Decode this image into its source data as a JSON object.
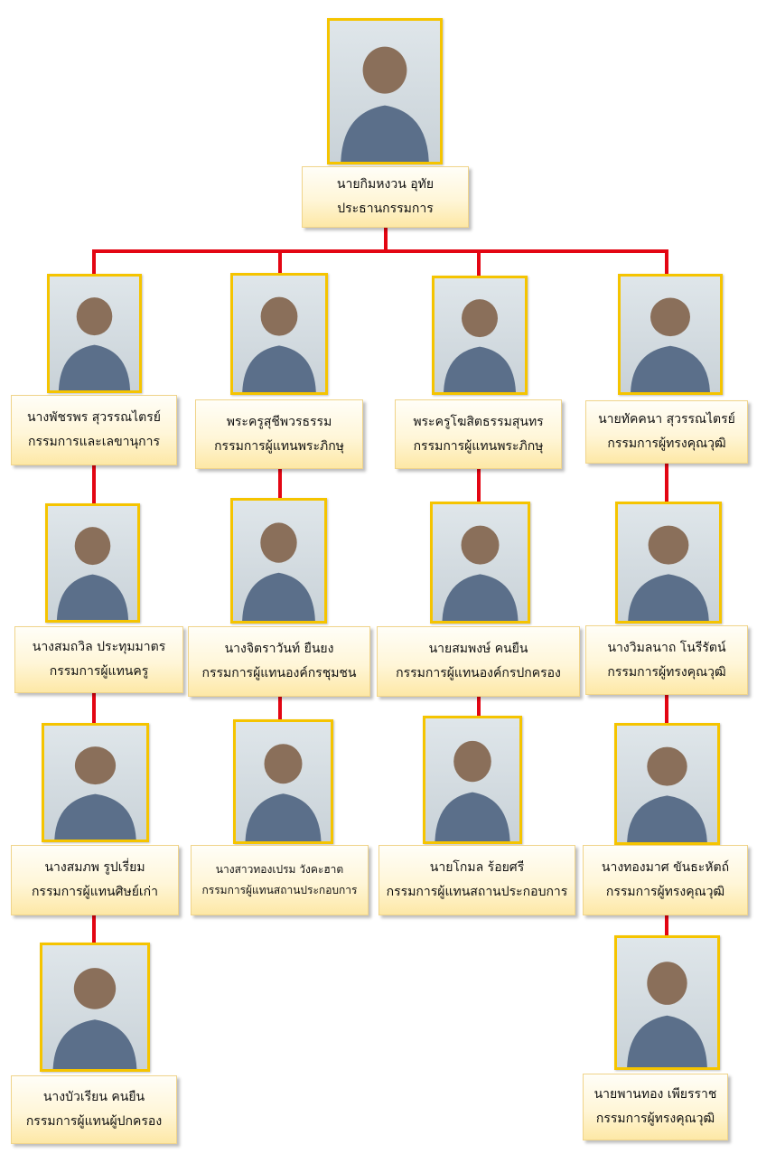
{
  "title": "Committee organization chart",
  "colors": {
    "connector": "#e30613",
    "photo_border": "#f5c400",
    "box_bottom": "#fde8a6"
  },
  "chairman": {
    "name": "นายกิมหงวน  อุทัย",
    "role": "ประธานกรรมการ"
  },
  "members": [
    {
      "name": "นางพัชรพร  สุวรรณไตรย์",
      "role": "กรรมการและเลขานุการ"
    },
    {
      "name": "พระครูสุชีพวรธรรม",
      "role": "กรรมการผู้แทนพระภิกษุ"
    },
    {
      "name": "พระครูโฆสิตธรรมสุนทร",
      "role": "กรรมการผู้แทนพระภิกษุ"
    },
    {
      "name": "นายทัคคนา  สุวรรณไตรย์",
      "role": "กรรมการผู้ทรงคุณวุฒิ"
    },
    {
      "name": "นางสมถวิล ประทุมมาตร",
      "role": "กรรมการผู้แทนครู"
    },
    {
      "name": "นางจิตราวันท์ ยืนยง",
      "role": "กรรมการผู้แทนองค์กรชุมชน"
    },
    {
      "name": "นายสมพงษ์ คนยืน",
      "role": "กรรมการผู้แทนองค์กรปกครอง"
    },
    {
      "name": "นางวิมลนาถ  โนรีรัตน์",
      "role": "กรรมการผู้ทรงคุณวุฒิ"
    },
    {
      "name": "นางสมภพ  รูปเรี่ยม",
      "role": "กรรมการผู้แทนศิษย์เก่า"
    },
    {
      "name": "นางสาวทองเปรม วังคะฮาต",
      "role": "กรรมการผู้แทนสถานประกอบการ"
    },
    {
      "name": "นายโกมล  ร้อยศรี",
      "role": "กรรมการผู้แทนสถานประกอบการ"
    },
    {
      "name": "นางทองมาศ  ขันธะหัตถ์",
      "role": "กรรมการผู้ทรงคุณวุฒิ"
    },
    {
      "name": "นางบัวเรียน คนยืน",
      "role": "กรรมการผู้แทนผู้ปกครอง"
    },
    {
      "name": "นายพานทอง  เพียรราช",
      "role": "กรรมการผู้ทรงคุณวุฒิ"
    }
  ]
}
